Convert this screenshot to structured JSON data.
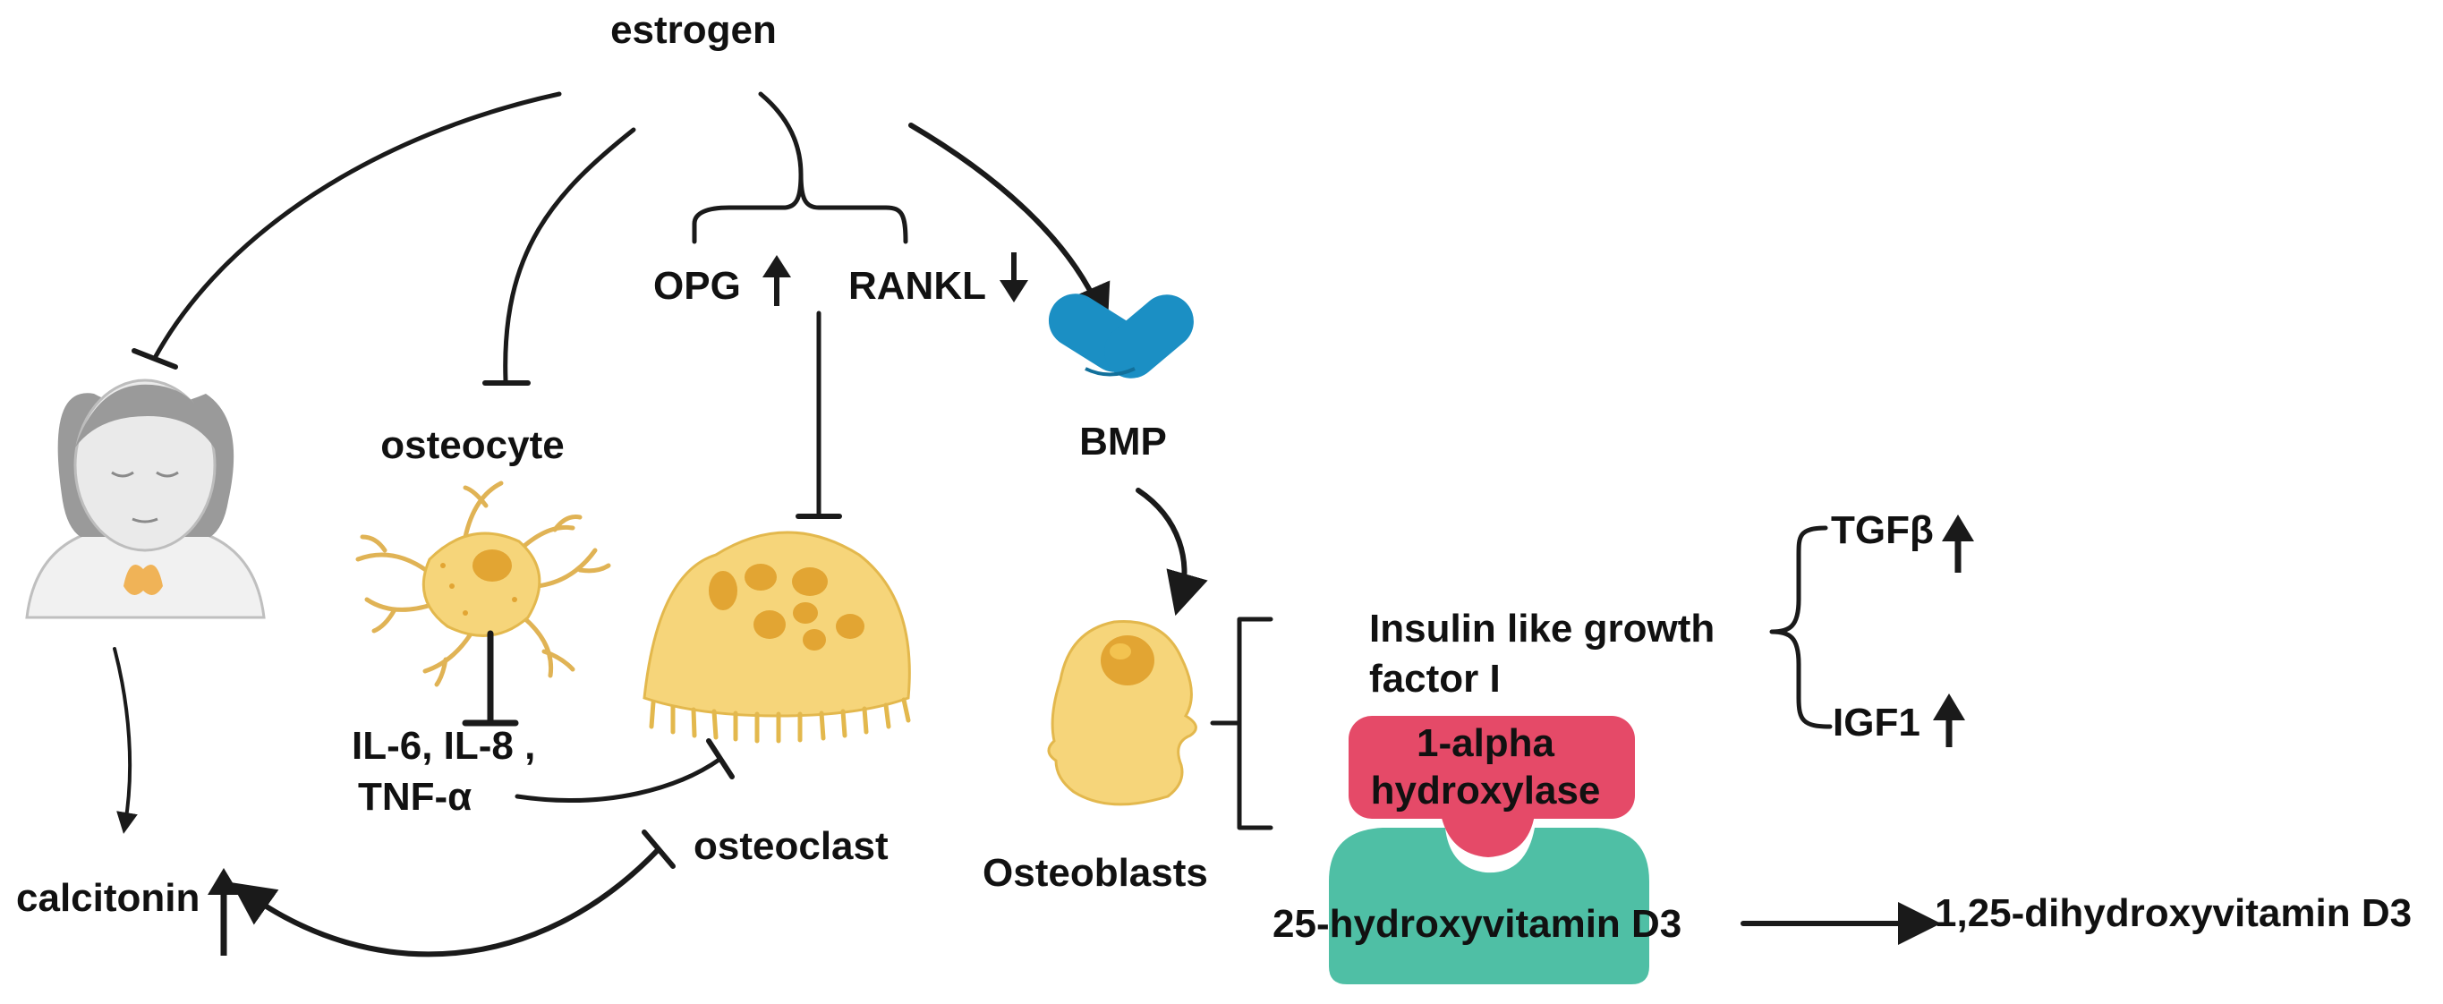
{
  "labels": {
    "estrogen": "estrogen",
    "opg": "OPG",
    "rankl": "RANKL",
    "osteocyte": "osteocyte",
    "bmp": "BMP",
    "cytokines_line1": "IL-6, IL-8 ,",
    "cytokines_line2": "TNF-α",
    "osteoclast": "osteoclast",
    "calcitonin": "calcitonin",
    "osteoblasts": "Osteoblasts",
    "igf_line1": "Insulin like growth",
    "igf_line2": "factor I",
    "tgfb": "TGFβ",
    "igf1": "IGF1",
    "hydroxylase_line1": "1-alpha",
    "hydroxylase_line2": "hydroxylase",
    "vitd3_precursor": "25-hydroxyvitamin D3",
    "vitd3_active": "1,25-dihydroxyvitamin D3"
  },
  "colors": {
    "bmp": "#1b8fc4",
    "hydroxylase": "#e54a68",
    "vitd_base": "#4fbfa5",
    "cell_fill": "#f6d57a",
    "cell_spots": "#e2a533",
    "thyroid": "#f0b357"
  },
  "icons": [
    "woman-thyroid-icon",
    "osteocyte-cell-icon",
    "osteoclast-cell-icon",
    "bmp-receptor-icon",
    "osteoblast-cell-icon",
    "hydroxylase-enzyme-icon"
  ]
}
